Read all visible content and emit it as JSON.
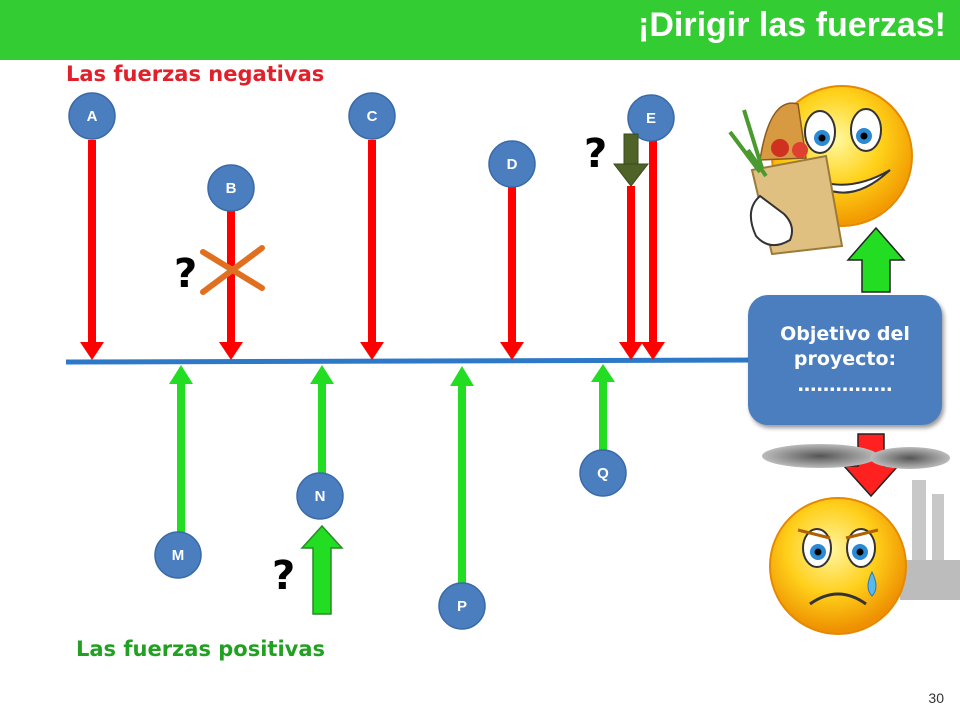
{
  "header": {
    "title": "¡Dirigir las fuerzas!",
    "color": "#33cc33"
  },
  "labels": {
    "negative": "Las fuerzas negativas",
    "positive": "Las fuerzas positivas"
  },
  "colors": {
    "negative_arrow": "#ff0000",
    "positive_arrow": "#22dd22",
    "axis": "#2e78c8",
    "node": "#4a7ebf",
    "uncertain_arrow": "#4f6228",
    "cross_mark": "#e07020"
  },
  "negative_forces": [
    "A",
    "B",
    "C",
    "D",
    "E"
  ],
  "positive_forces": [
    "M",
    "N",
    "P",
    "Q"
  ],
  "question_marks": [
    "?",
    "?",
    "?"
  ],
  "goal": {
    "line1": "Objetivo del",
    "line2": "proyecto:",
    "line3": "……………"
  },
  "illustrations": {
    "happy": "happy-smiley-with-groceries",
    "sad": "crying-smiley-with-factory-smoke"
  },
  "page_number": "30"
}
